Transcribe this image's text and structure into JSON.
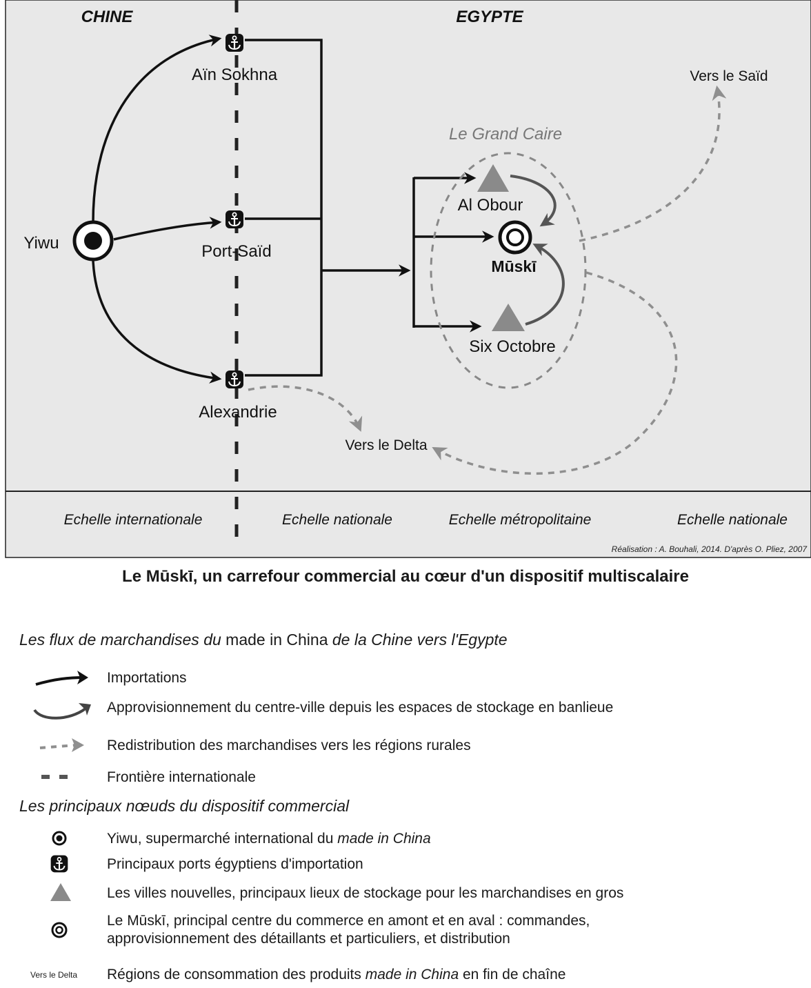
{
  "diagram": {
    "regions": {
      "left": "CHINE",
      "right": "EGYPTE"
    },
    "nodes": {
      "yiwu": "Yiwu",
      "ain_sokhna": "Aïn Sokhna",
      "port_said": "Port-Saïd",
      "alexandrie": "Alexandrie",
      "grand_caire": "Le Grand Caire",
      "al_obour": "Al Obour",
      "muski": "Mūskī",
      "six_octobre": "Six Octobre",
      "vers_said": "Vers le Saïd",
      "vers_delta": "Vers le Delta"
    },
    "scales": [
      "Echelle internationale",
      "Echelle nationale",
      "Echelle métropolitaine",
      "Echelle nationale"
    ],
    "credit": "Réalisation : A. Bouhali, 2014. D'après O. Pliez, 2007"
  },
  "legend": {
    "title": "Le Mūskī, un carrefour commercial au cœur d'un dispositif multiscalaire",
    "flows_heading": {
      "part1": "Les flux de marchandises du",
      "part2": " made in China ",
      "part3": "de la Chine vers l'Egypte"
    },
    "flows": [
      {
        "icon": "black-arrow-icon",
        "text": "Importations"
      },
      {
        "icon": "curved-grey-arrow-icon",
        "text": "Approvisionnement du centre-ville depuis les espaces de stockage en banlieue"
      },
      {
        "icon": "dashed-arrow-icon",
        "text": "Redistribution des marchandises vers les régions rurales"
      },
      {
        "icon": "dashed-line-icon",
        "text": "Frontière internationale"
      }
    ],
    "nodes_heading": "Les principaux nœuds du dispositif commercial",
    "node_items": [
      {
        "icon": "target-icon",
        "text": "Yiwu, supermarché international du ",
        "italic": "made in China"
      },
      {
        "icon": "anchor-icon",
        "text": "Principaux ports égyptiens d'importation"
      },
      {
        "icon": "triangle-icon",
        "text": "Les villes nouvelles, principaux lieux de stockage pour les marchandises en gros"
      },
      {
        "icon": "double-circle-icon",
        "line1": "Le Mūskī, principal centre du commerce en amont et en aval : commandes,",
        "line2": "approvisionnement des détaillants et particuliers, et distribution"
      },
      {
        "icon": "text-label-icon",
        "symbol_label": "Vers le Delta",
        "text": "Régions de consommation des produits ",
        "italic": "made in China",
        "tail": " en fin de chaîne"
      }
    ]
  },
  "colors": {
    "map_bg": "#e8e8e8",
    "grey": "#8a8a8a",
    "dash": "#9a9a9a",
    "ink": "#111111"
  }
}
